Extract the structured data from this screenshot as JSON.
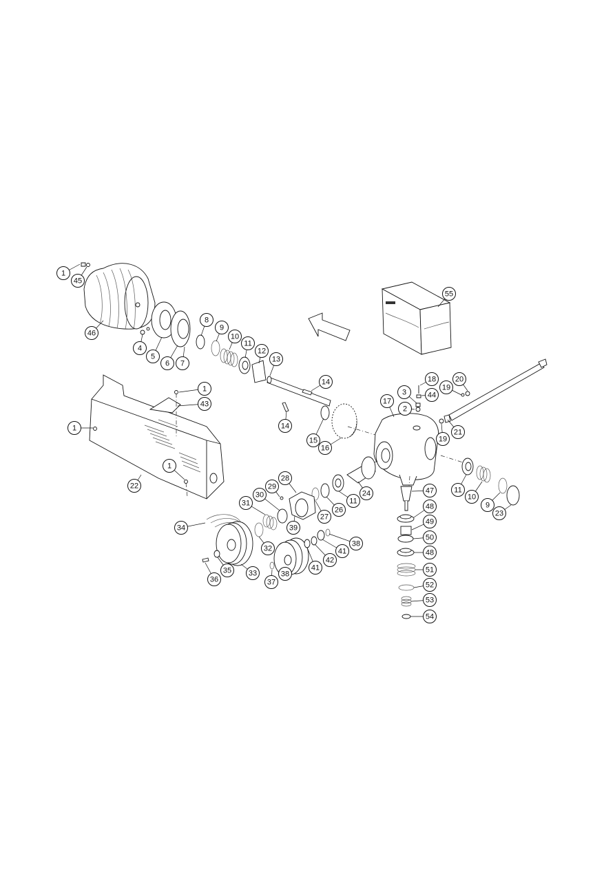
{
  "diagram": {
    "callouts": [
      {
        "id": "c1a",
        "label": "1"
      },
      {
        "id": "c45",
        "label": "45"
      },
      {
        "id": "c46",
        "label": "46"
      },
      {
        "id": "c4",
        "label": "4"
      },
      {
        "id": "c5",
        "label": "5"
      },
      {
        "id": "c6",
        "label": "6"
      },
      {
        "id": "c7",
        "label": "7"
      },
      {
        "id": "c8",
        "label": "8"
      },
      {
        "id": "c9a",
        "label": "9"
      },
      {
        "id": "c10a",
        "label": "10"
      },
      {
        "id": "c11a",
        "label": "11"
      },
      {
        "id": "c12",
        "label": "12"
      },
      {
        "id": "c13",
        "label": "13"
      },
      {
        "id": "c14a",
        "label": "14"
      },
      {
        "id": "c14b",
        "label": "14"
      },
      {
        "id": "c15",
        "label": "15"
      },
      {
        "id": "c16",
        "label": "16"
      },
      {
        "id": "c55",
        "label": "55"
      },
      {
        "id": "c1b",
        "label": "1"
      },
      {
        "id": "c43",
        "label": "43"
      },
      {
        "id": "c1c",
        "label": "1"
      },
      {
        "id": "c1d",
        "label": "1"
      },
      {
        "id": "c22",
        "label": "22"
      },
      {
        "id": "c17",
        "label": "17"
      },
      {
        "id": "c3",
        "label": "3"
      },
      {
        "id": "c2",
        "label": "2"
      },
      {
        "id": "c18",
        "label": "18"
      },
      {
        "id": "c44",
        "label": "44"
      },
      {
        "id": "c19a",
        "label": "19"
      },
      {
        "id": "c20",
        "label": "20"
      },
      {
        "id": "c19b",
        "label": "19"
      },
      {
        "id": "c21",
        "label": "21"
      },
      {
        "id": "c11b",
        "label": "11"
      },
      {
        "id": "c10b",
        "label": "10"
      },
      {
        "id": "c9b",
        "label": "9"
      },
      {
        "id": "c23",
        "label": "23"
      },
      {
        "id": "c24",
        "label": "24"
      },
      {
        "id": "c11c",
        "label": "11"
      },
      {
        "id": "c26",
        "label": "26"
      },
      {
        "id": "c27",
        "label": "27"
      },
      {
        "id": "c28",
        "label": "28"
      },
      {
        "id": "c29",
        "label": "29"
      },
      {
        "id": "c30",
        "label": "30"
      },
      {
        "id": "c31",
        "label": "31"
      },
      {
        "id": "c39",
        "label": "39"
      },
      {
        "id": "c34",
        "label": "34"
      },
      {
        "id": "c32",
        "label": "32"
      },
      {
        "id": "c35",
        "label": "35"
      },
      {
        "id": "c33",
        "label": "33"
      },
      {
        "id": "c36",
        "label": "36"
      },
      {
        "id": "c37",
        "label": "37"
      },
      {
        "id": "c38a",
        "label": "38"
      },
      {
        "id": "c41a",
        "label": "41"
      },
      {
        "id": "c42",
        "label": "42"
      },
      {
        "id": "c41b",
        "label": "41"
      },
      {
        "id": "c38b",
        "label": "38"
      },
      {
        "id": "c47",
        "label": "47"
      },
      {
        "id": "c48a",
        "label": "48"
      },
      {
        "id": "c49",
        "label": "49"
      },
      {
        "id": "c50",
        "label": "50"
      },
      {
        "id": "c48b",
        "label": "48"
      },
      {
        "id": "c51",
        "label": "51"
      },
      {
        "id": "c52",
        "label": "52"
      },
      {
        "id": "c53",
        "label": "53"
      },
      {
        "id": "c54",
        "label": "54"
      }
    ]
  }
}
